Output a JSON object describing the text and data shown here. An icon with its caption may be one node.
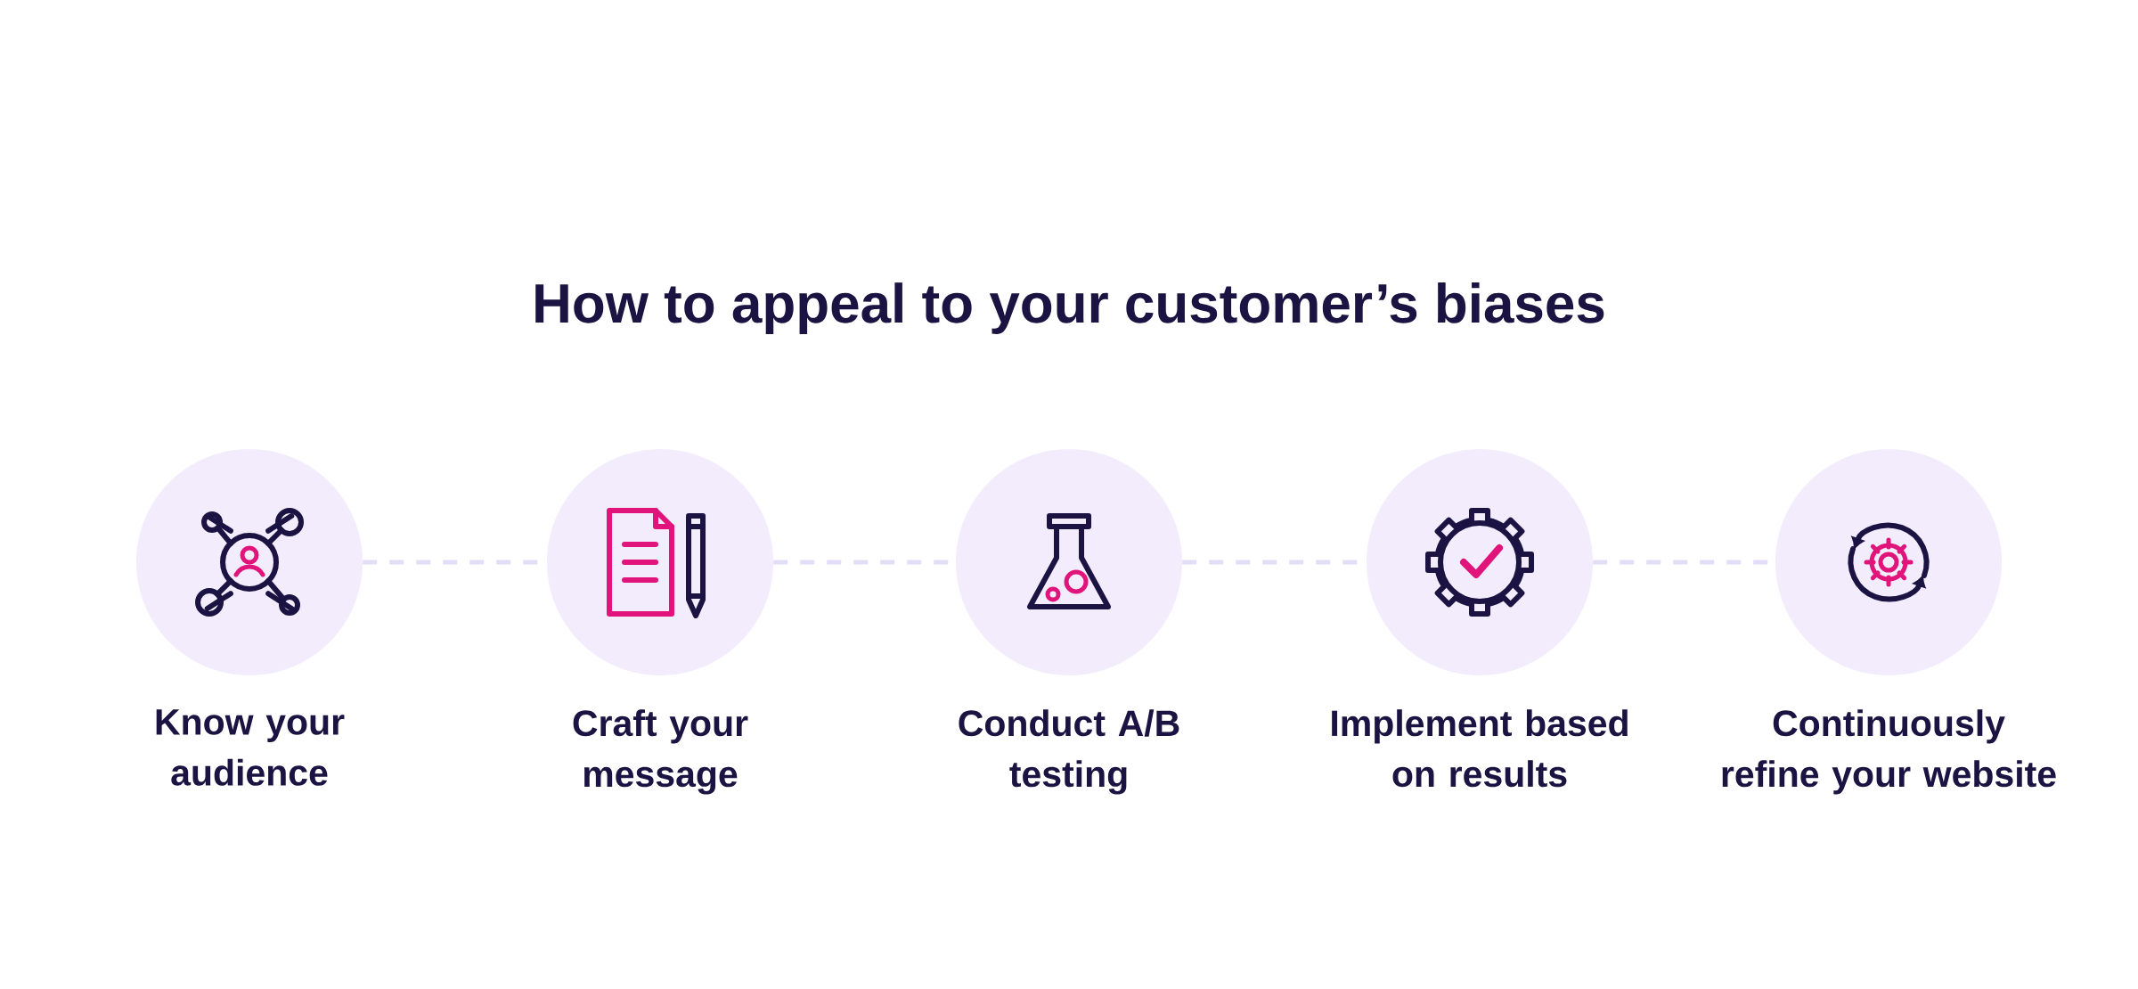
{
  "diagram": {
    "title": "How to appeal to your customer’s biases",
    "nodes": [
      {
        "text": [],
        "shape": "circle",
        "beside": [
          "Know your audience"
        ]
      },
      {
        "text": [],
        "shape": "circle",
        "beside": [
          "Craft your message"
        ]
      },
      {
        "text": [],
        "shape": "circle",
        "beside": [
          "Conduct A/B testing"
        ]
      },
      {
        "text": [],
        "shape": "circle",
        "beside": [
          "Implement based on results"
        ]
      },
      {
        "text": [],
        "shape": "circle",
        "beside": [
          "Continuously refine your website"
        ]
      }
    ],
    "edges": [
      {
        "from": 0,
        "to": 1,
        "arrow": "none",
        "style": "dashed"
      },
      {
        "from": 1,
        "to": 2,
        "arrow": "none",
        "style": "dashed"
      },
      {
        "from": 2,
        "to": 3,
        "arrow": "none",
        "style": "dashed"
      },
      {
        "from": 3,
        "to": 4,
        "arrow": "none",
        "style": "dashed"
      }
    ]
  }
}
